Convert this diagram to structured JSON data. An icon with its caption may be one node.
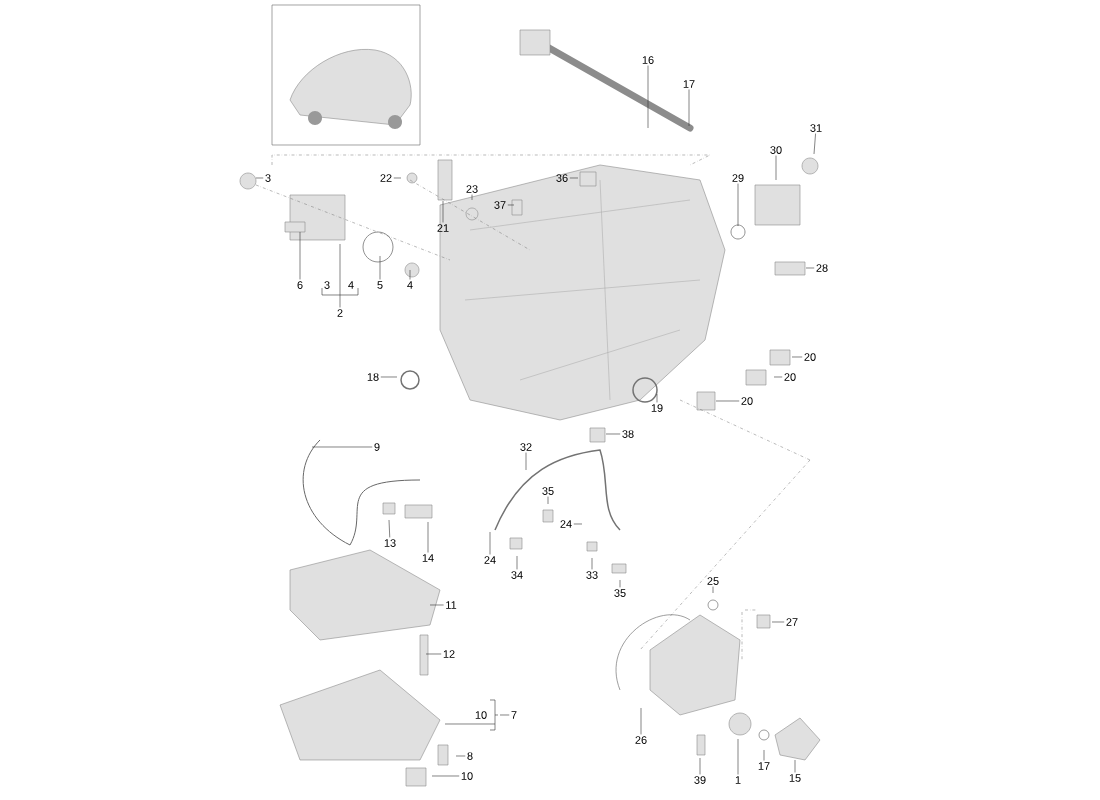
{
  "diagram": {
    "nodes": [
      {
        "text": [
          "3"
        ]
      },
      {
        "text": [
          "22"
        ]
      },
      {
        "text": [
          "23"
        ]
      },
      {
        "text": [
          "36"
        ]
      },
      {
        "text": [
          "37"
        ]
      },
      {
        "text": [
          "21"
        ]
      },
      {
        "text": [
          "6"
        ]
      },
      {
        "text": [
          "5"
        ]
      },
      {
        "text": [
          "4"
        ]
      },
      {
        "text": [
          "2"
        ]
      },
      {
        "text": [
          "16"
        ]
      },
      {
        "text": [
          "17"
        ]
      },
      {
        "text": [
          "30"
        ]
      },
      {
        "text": [
          "31"
        ]
      },
      {
        "text": [
          "29"
        ]
      },
      {
        "text": [
          "28"
        ]
      },
      {
        "text": [
          "20"
        ]
      },
      {
        "text": [
          "20"
        ]
      },
      {
        "text": [
          "20"
        ]
      },
      {
        "text": [
          "18"
        ]
      },
      {
        "text": [
          "19"
        ]
      },
      {
        "text": [
          "38"
        ]
      },
      {
        "text": [
          "9"
        ]
      },
      {
        "text": [
          "32"
        ]
      },
      {
        "text": [
          "35"
        ]
      },
      {
        "text": [
          "24"
        ]
      },
      {
        "text": [
          "13"
        ]
      },
      {
        "text": [
          "14"
        ]
      },
      {
        "text": [
          "24"
        ]
      },
      {
        "text": [
          "34"
        ]
      },
      {
        "text": [
          "33"
        ]
      },
      {
        "text": [
          "35"
        ]
      },
      {
        "text": [
          "11"
        ]
      },
      {
        "text": [
          "25"
        ]
      },
      {
        "text": [
          "27"
        ]
      },
      {
        "text": [
          "12"
        ]
      },
      {
        "text": [
          "7"
        ]
      },
      {
        "text": [
          "8"
        ]
      },
      {
        "text": [
          "10"
        ]
      },
      {
        "text": [
          "26"
        ]
      },
      {
        "text": [
          "39"
        ]
      },
      {
        "text": [
          "1"
        ]
      },
      {
        "text": [
          "17"
        ]
      },
      {
        "text": [
          "15"
        ]
      }
    ],
    "edges": [
      {
        "from": 0,
        "to": null,
        "arrow": "none"
      },
      {
        "from": 1,
        "to": null,
        "arrow": "none"
      },
      {
        "from": 2,
        "to": null,
        "arrow": "none"
      },
      {
        "from": 3,
        "to": null,
        "arrow": "none"
      },
      {
        "from": 4,
        "to": null,
        "arrow": "none"
      },
      {
        "from": 5,
        "to": null,
        "arrow": "none"
      },
      {
        "from": 6,
        "to": null,
        "arrow": "none"
      },
      {
        "from": 7,
        "to": null,
        "arrow": "none"
      },
      {
        "from": 8,
        "to": null,
        "arrow": "none"
      },
      {
        "from": 9,
        "to": null,
        "arrow": "none"
      },
      {
        "from": 10,
        "to": null,
        "arrow": "none"
      },
      {
        "from": 11,
        "to": null,
        "arrow": "none"
      },
      {
        "from": 12,
        "to": null,
        "arrow": "none"
      },
      {
        "from": 13,
        "to": null,
        "arrow": "none"
      },
      {
        "from": 14,
        "to": null,
        "arrow": "none"
      },
      {
        "from": 15,
        "to": null,
        "arrow": "none"
      },
      {
        "from": 16,
        "to": null,
        "arrow": "none"
      },
      {
        "from": 17,
        "to": null,
        "arrow": "none"
      },
      {
        "from": 18,
        "to": null,
        "arrow": "none"
      },
      {
        "from": 19,
        "to": null,
        "arrow": "none"
      },
      {
        "from": 20,
        "to": null,
        "arrow": "none"
      },
      {
        "from": 21,
        "to": null,
        "arrow": "none"
      },
      {
        "from": 22,
        "to": null,
        "arrow": "none"
      },
      {
        "from": 23,
        "to": null,
        "arrow": "none"
      },
      {
        "from": 24,
        "to": null,
        "arrow": "none"
      },
      {
        "from": 25,
        "to": null,
        "arrow": "none"
      },
      {
        "from": 26,
        "to": null,
        "arrow": "none"
      },
      {
        "from": 27,
        "to": null,
        "arrow": "none"
      },
      {
        "from": 28,
        "to": null,
        "arrow": "none"
      },
      {
        "from": 29,
        "to": null,
        "arrow": "none"
      },
      {
        "from": 30,
        "to": null,
        "arrow": "none"
      },
      {
        "from": 31,
        "to": null,
        "arrow": "none"
      },
      {
        "from": 32,
        "to": null,
        "arrow": "none"
      },
      {
        "from": 33,
        "to": null,
        "arrow": "none"
      },
      {
        "from": 34,
        "to": null,
        "arrow": "none"
      },
      {
        "from": 35,
        "to": null,
        "arrow": "none"
      },
      {
        "from": 36,
        "to": null,
        "arrow": "none"
      },
      {
        "from": 37,
        "to": null,
        "arrow": "none"
      },
      {
        "from": 38,
        "to": null,
        "arrow": "none"
      },
      {
        "from": 39,
        "to": null,
        "arrow": "none"
      },
      {
        "from": 40,
        "to": null,
        "arrow": "none"
      },
      {
        "from": 41,
        "to": null,
        "arrow": "none"
      },
      {
        "from": 42,
        "to": null,
        "arrow": "none"
      },
      {
        "from": 43,
        "to": null,
        "arrow": "none"
      }
    ],
    "labels": [
      "3",
      "4",
      "10"
    ]
  }
}
